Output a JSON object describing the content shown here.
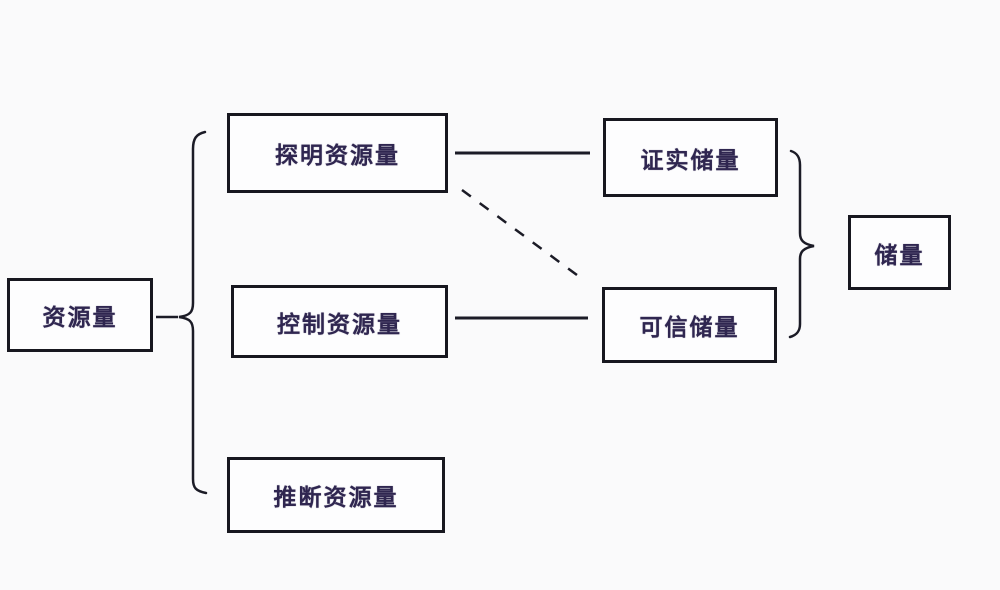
{
  "diagram": {
    "type": "flowchart",
    "language": "zh-CN",
    "nodes": {
      "resource": {
        "label": "资源量"
      },
      "proven": {
        "label": "探明资源量"
      },
      "controlled": {
        "label": "控制资源量"
      },
      "inferred": {
        "label": "推断资源量"
      },
      "verified": {
        "label": "证实储量"
      },
      "credible": {
        "label": "可信储量"
      },
      "reserves": {
        "label": "储量"
      }
    },
    "edges": [
      {
        "from": "资源量",
        "to": [
          "探明资源量",
          "控制资源量",
          "推断资源量"
        ],
        "type": "left-curly-brace"
      },
      {
        "from": "探明资源量",
        "to": "证实储量",
        "type": "solid-line"
      },
      {
        "from": "探明资源量",
        "to": "可信储量",
        "type": "dashed-line"
      },
      {
        "from": "控制资源量",
        "to": "可信储量",
        "type": "solid-line"
      },
      {
        "from": [
          "证实储量",
          "可信储量"
        ],
        "to": "储量",
        "type": "right-curly-brace"
      }
    ],
    "colors": {
      "background": "#fafafb",
      "box_fill": "#fdfdfe",
      "box_border": "#17171f",
      "text": "#2f2650",
      "line": "#1b1b26"
    }
  }
}
